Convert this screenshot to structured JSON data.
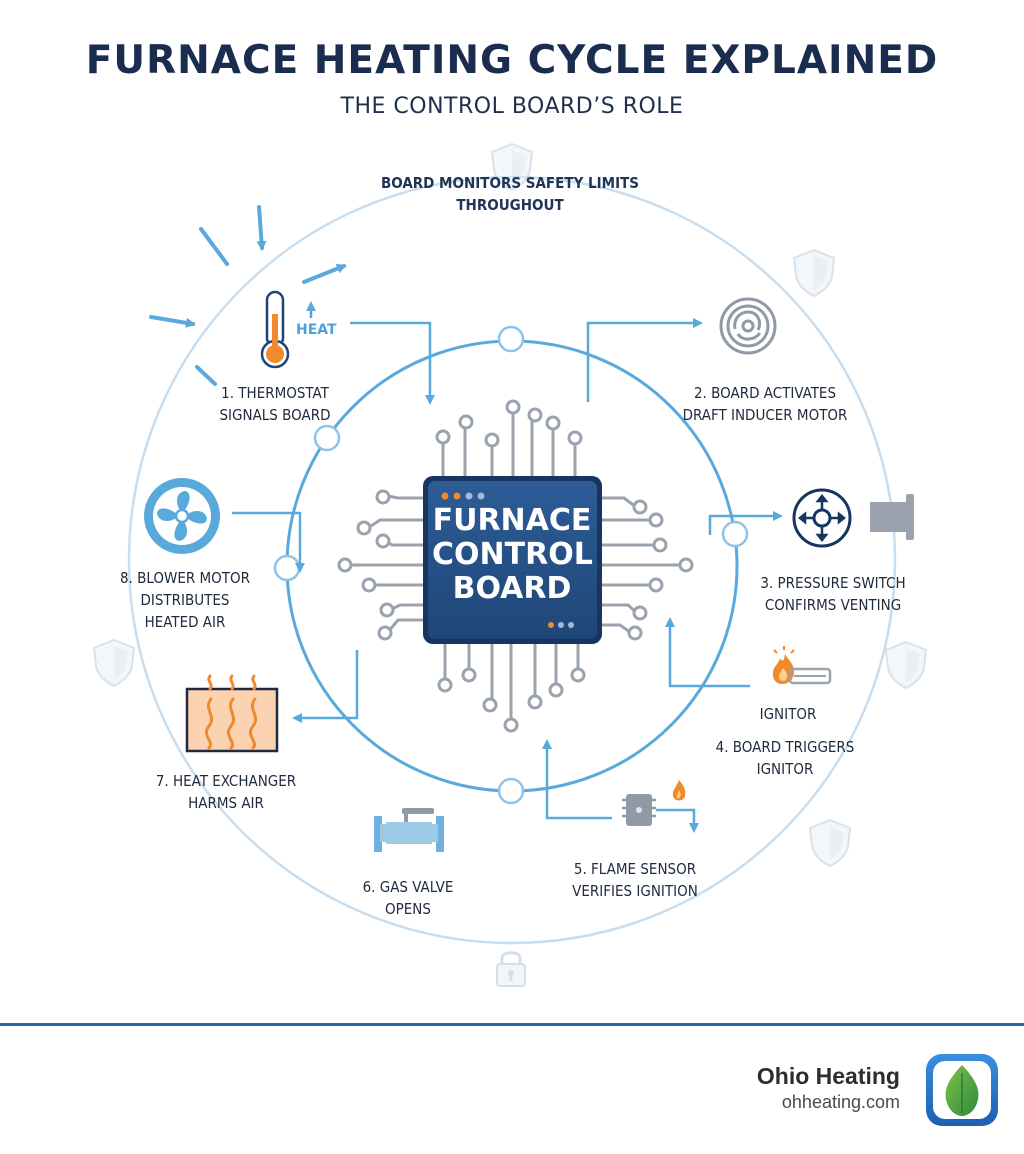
{
  "header": {
    "title": "FURNACE HEATING CYCLE EXPLAINED",
    "subtitle": "THE CONTROL BOARD’S ROLE"
  },
  "diagram": {
    "monitor_note": [
      "BOARD MONITORS SAFETY LIMITS",
      "THROUGHOUT"
    ],
    "board_label": [
      "FURNACE",
      "CONTROL",
      "BOARD"
    ],
    "heat_tag": "HEAT",
    "ignitor_tag": "IGNITOR",
    "steps": [
      {
        "lines": [
          "1. THERMOSTAT",
          "SIGNALS BOARD"
        ],
        "icon": "thermometer-icon"
      },
      {
        "lines": [
          "2. BOARD ACTIVATES",
          "DRAFT INDUCER MOTOR"
        ],
        "icon": "inducer-motor-icon"
      },
      {
        "lines": [
          "3. PRESSURE SWITCH",
          "CONFIRMS VENTING"
        ],
        "icon": "pressure-switch-icon"
      },
      {
        "lines": [
          "4. BOARD TRIGGERS",
          "IGNITOR"
        ],
        "icon": "ignitor-icon"
      },
      {
        "lines": [
          "5. FLAME SENSOR",
          "VERIFIES IGNITION"
        ],
        "icon": "flame-sensor-icon"
      },
      {
        "lines": [
          "6. GAS VALVE",
          "OPENS"
        ],
        "icon": "gas-valve-icon"
      },
      {
        "lines": [
          "7. HEAT EXCHANGER",
          "HARMS AIR"
        ],
        "icon": "heat-exchanger-icon"
      },
      {
        "lines": [
          "8. BLOWER MOTOR",
          "DISTRIBUTES",
          "HEATED AIR"
        ],
        "icon": "blower-fan-icon"
      }
    ],
    "colors": {
      "ring": "#5aa9dc",
      "outer_ring": "#bcd9ef",
      "board": "#244f86",
      "circuit": "#9aa3ad",
      "accent_orange": "#f08a2c"
    }
  },
  "footer": {
    "brand_name": "Ohio Heating",
    "brand_url": "ohheating.com"
  }
}
